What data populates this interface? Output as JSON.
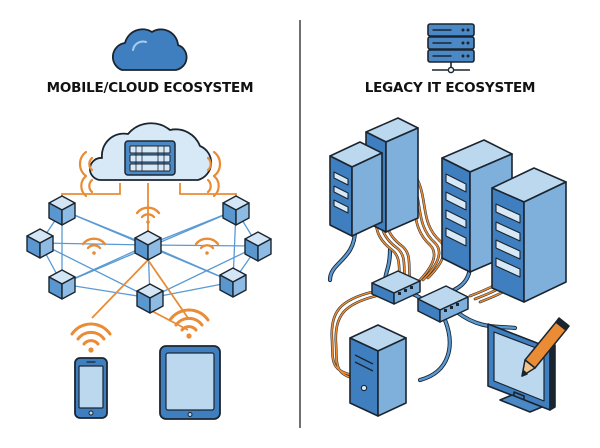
{
  "left_panel": {
    "title": "MOBILE/CLOUD ECOSYSTEM",
    "header_icon": "cloud-icon",
    "hub_icon": "cloud-server-icon",
    "nodes": "cube-nodes",
    "signal_icon": "wifi-icon",
    "devices": [
      "smartphone-icon",
      "tablet-icon"
    ]
  },
  "right_panel": {
    "title": "LEGACY IT ECOSYSTEM",
    "header_icon": "server-rack-icon",
    "devices": [
      "server-tower-icon",
      "network-switch-icon",
      "desktop-tower-icon",
      "monitor-icon",
      "stylus-pen-icon"
    ]
  },
  "colors": {
    "outline": "#1b2530",
    "blue_fill": "#4a88c6",
    "blue_light": "#bcd8ef",
    "blue_mid": "#7fb0dc",
    "cloud_light": "#d7e8f6",
    "accent_orange": "#e98c35",
    "mesh_line": "#5a9ad4",
    "divider": "#333333"
  }
}
